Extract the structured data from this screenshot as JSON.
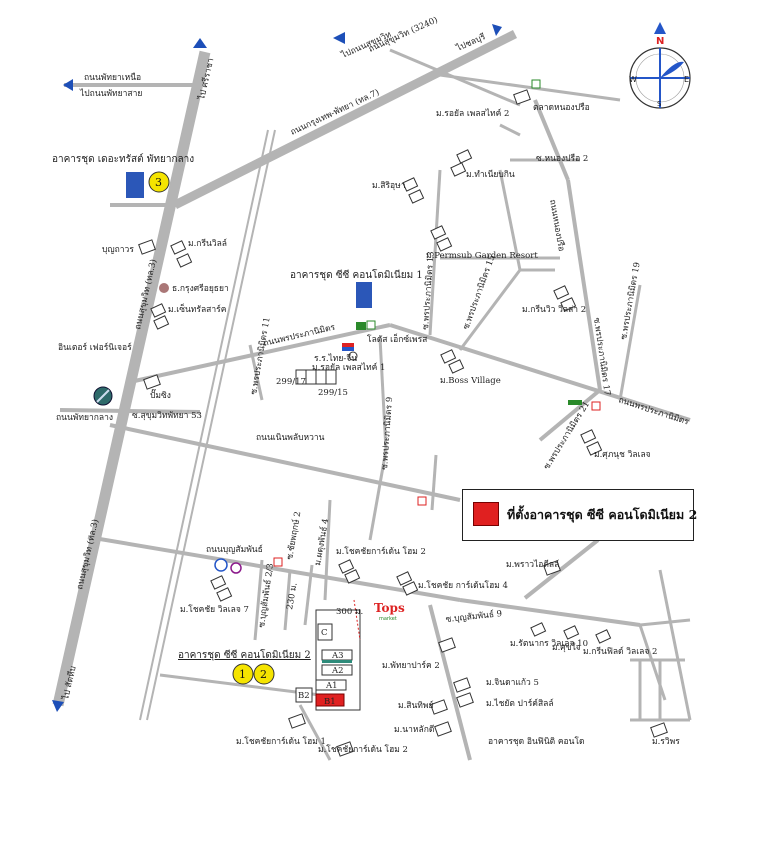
{
  "labels": {
    "sukhumvit_soi_42": "ถนนสุขุมวิท (3240)",
    "to_sukhumvit": "ไปถนนสุขุมวิท",
    "to_chonburi": "ไปชลบุรี",
    "north_pattaya_rd": "ถนนพัทยาเหนือ",
    "to_beach_rd": "ไปถนนพัทยาสาย",
    "to_sriracha": "ไป ศรีราชา",
    "condo_3": "อาคารชุด เดอะทรัสต์ พัทยากลาง",
    "krungthep_pattaya_rd": "ถนนกรุงเทพ-พัทยา (ทล.7)",
    "mb_royal_park_2": "ม.รอยัล เพลสไทค์ 2",
    "nongprue_market": "ตลาดหนองปรือ",
    "soi_nongprue_2": "ซ.หนองปรือ 2",
    "mb_siri_usa": "ม.สิริอุษา",
    "mb_jomtien": "ม.ทำเนียบกิน",
    "mb_green_villa": "ม.กรีนวิลล์",
    "bunyawat": "บุญถาวร",
    "krungsri_bank": "ธ.กรุงศรีอยุธยา",
    "sukhumvit_tl3": "ถนนสุขุมวิท (ทล.3)",
    "mb_central_house": "ม.เซ็นทรัลสาร์ค",
    "mb_permsub": "ม.Permsub Garden Resort",
    "nongprue_road": "ถนนหนองปรือ",
    "condo_1": "อาคารชุด ซีซี คอนโดมิเนียม 1",
    "intersect_furniture": "อินเตอร์ เฟอร์นิเจอร์",
    "phanthamit_rd": "ถนนพรประภานิมิตร",
    "lotus": "โลตัส เอ็กซ์เพรส",
    "school": "ร.ร.ไทย-จีน",
    "mb_royal_park_1": "ม.รอยัล เพลสไทค์ 1",
    "soi_phanthamit_13": "ซ.พรประภานิมิตร 13",
    "soi_phanthamit_15": "ซ.พรประภานิมิตร 15",
    "mb_green_view_2": "ม.กรีนวิว วิลล่า 2",
    "soi_phanthamit_17": "ซ.พรประภานิมิตร 17",
    "soi_phanthamit_19": "ซ.พรประภานิมิตร 19",
    "mb_boss_village": "ม.Boss Village",
    "plot_299_17": "299/17",
    "plot_299_15": "299/15",
    "soi_phanthamit_11": "ซ.พรประภานิมิตร 11",
    "central_pattaya_rd": "ถนนพัทยากลาง",
    "soi_sukhumvit_53": "ซ.สุขุมวิทพัทยา 53",
    "ptt": "ปั๊มซิง",
    "siam_country_rd": "ถนนเนินพลับหวาน",
    "soi_phanthamit_9": "ซ.พรประภานิมิตร 9",
    "soi_phanthamit_21": "ซ.พรประภานิมิตร 21",
    "mb_supreme_villa": "ม.ศุภนุช วิลเลจ",
    "bunsamphan_rd": "ถนนบุญสัมพันธ์",
    "soi_chaiyaphruek_2": "ซ.ชัยพฤกษ์ 2",
    "mb_chokchai_garden_2": "ม.โชคชัยการ์เด้น โฮม 2",
    "mb_phadungphan_4": "ม.ผดุงพันธ์ 4",
    "mb_ratchada": "ม.พราวไอดีลล์",
    "mb_chokchai_garden_4": "ม.โชคชัย การ์เด้นโฮม 4",
    "distance_300": "300 ม.",
    "distance_230": "230 ม.",
    "tops": "Tops",
    "tops_sub": "market",
    "soi_bunsamphan_9": "ซ.บุญสัมพันธ์ 9",
    "soi_bunsamphan_2_3": "ซ.บุญสัมพันธ์ 2/3",
    "mb_chokchai_village_7": "ม.โชคชัย วิลเลจ 7",
    "condo_2": "อาคารชุด ซีซี คอนโดมิเนียม 2",
    "mb_rattanakorn_10": "ม.รัตนากร วิลเลจ 10",
    "mb_sukjai": "ม.ศุขใจ",
    "mb_green_field": "ม.กรีนฟิลด์ วิลเลจ 2",
    "mb_pattaya_park_2": "ม.พัทยาปาร์ค 2",
    "mb_chinda_5": "ม.จินดาแก้ว 5",
    "mb_sinthip": "ม.สินทิพย์",
    "mb_chaiyaphruek_park": "ม.ไชยัต ปาร์ค์สิลล์",
    "mb_na_rak": "ม.นาหลักดี",
    "condo_infinity": "อาคารชุด อินฟินิติ คอนโด",
    "mb_chokchai_garden_1": "ม.โชคชัยการ์เด้น โฮม 1",
    "mb_chokchai_garden_2b": "ม.โชคชัยการ์เด้น โฮม 2",
    "mb_rawiwan": "ม.รวิพร",
    "to_sattahip": "ไป สัตหีบ",
    "bldg_a1": "A1",
    "bldg_a2": "A2",
    "bldg_a3": "A3",
    "bldg_b1": "B1",
    "bldg_b2": "B2",
    "bldg_c": "C",
    "badge_1": "1",
    "badge_2": "2",
    "badge_3": "3"
  },
  "compass": {
    "n": "N",
    "e": "E",
    "s": "S",
    "w": "W"
  },
  "legend": {
    "text": "ที่ตั้งอาคารชุด ซีซี คอนโดมิเนียม 2",
    "swatch_color": "#e02020"
  },
  "colors": {
    "road": "#b4b4b4",
    "badge": "#f5e400",
    "building": "#2b57b8",
    "target": "#e02020",
    "arrow": "#1d4fb8",
    "compass_n": "#d22",
    "compass_arrow": "#2456c8"
  }
}
